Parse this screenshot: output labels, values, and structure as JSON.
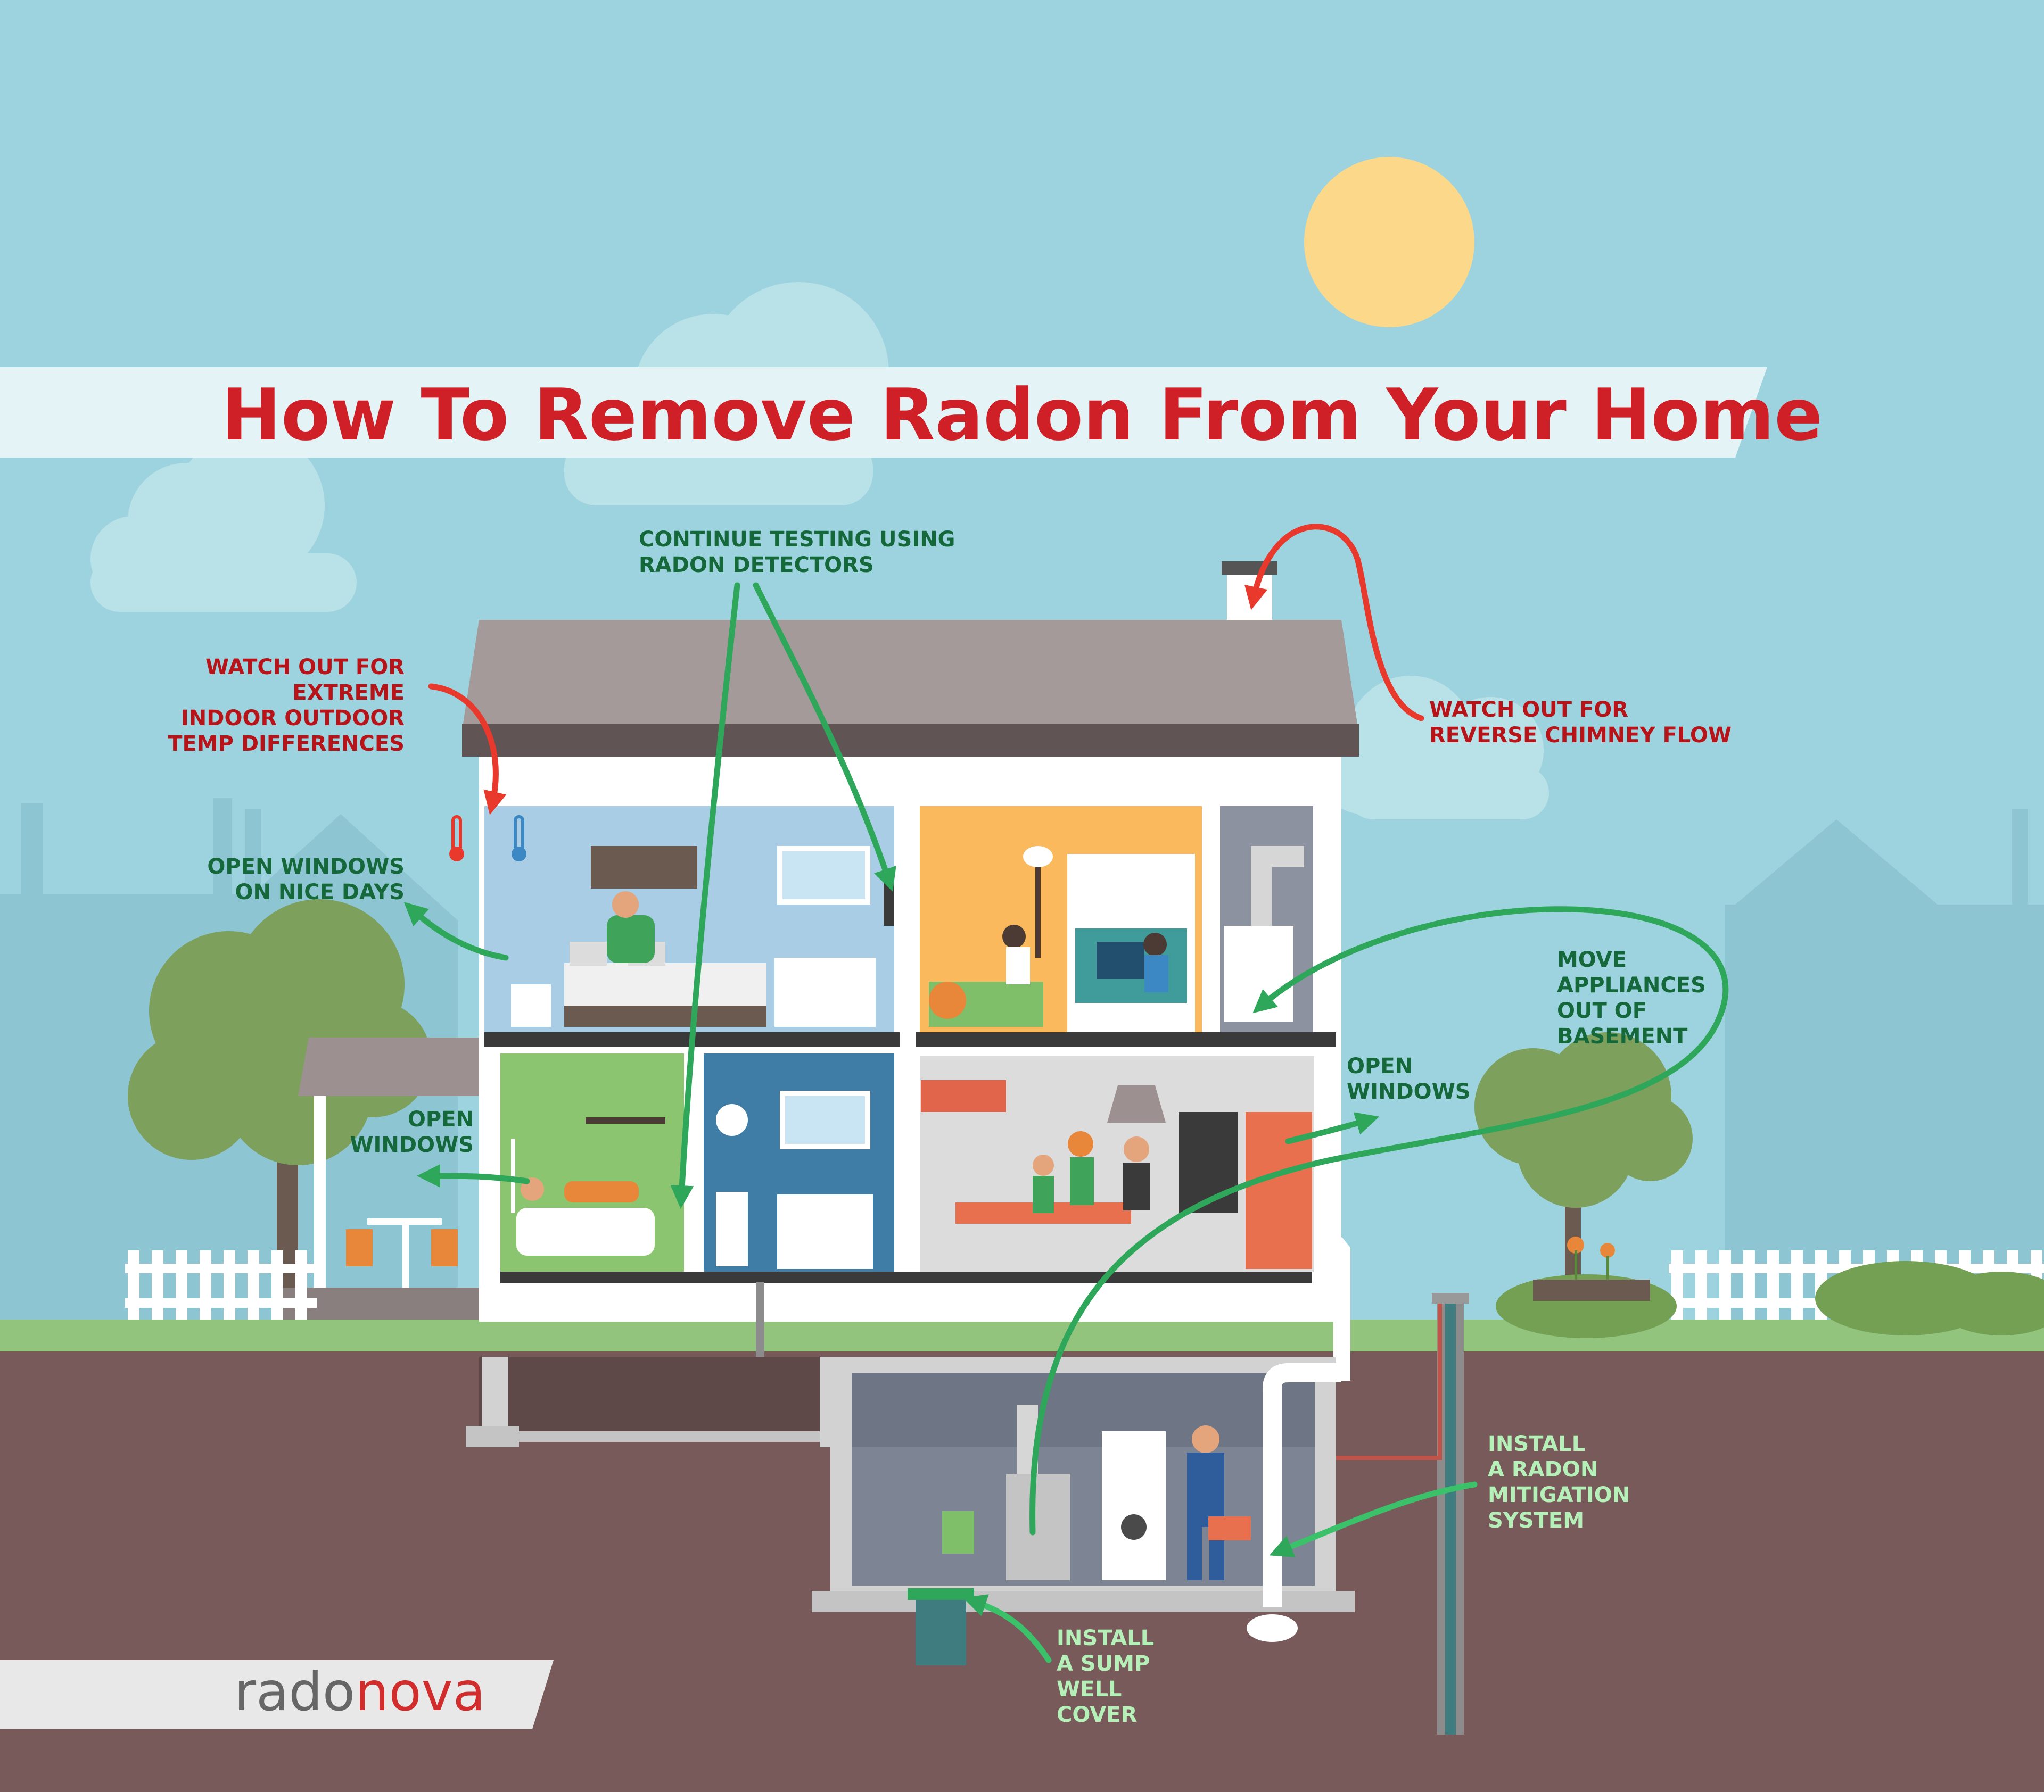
{
  "title": "How To Remove Radon From Your Home",
  "labels": {
    "continue_testing": [
      "CONTINUE TESTING USING",
      "RADON DETECTORS"
    ],
    "watch_temp": [
      "WATCH OUT FOR",
      "EXTREME",
      "INDOOR OUTDOOR",
      "TEMP DIFFERENCES"
    ],
    "watch_chimney": [
      "WATCH OUT FOR",
      "REVERSE CHIMNEY FLOW"
    ],
    "open_windows_nice": [
      "OPEN WINDOWS",
      "ON NICE DAYS"
    ],
    "open_windows_left": [
      "OPEN",
      "WINDOWS"
    ],
    "open_windows_right": [
      "OPEN",
      "WINDOWS"
    ],
    "move_appliances": [
      "MOVE",
      "APPLIANCES",
      "OUT OF",
      "BASEMENT"
    ],
    "install_mitigation": [
      "INSTALL",
      "A RADON",
      "MITIGATION",
      "SYSTEM"
    ],
    "install_sump": [
      "INSTALL",
      "A SUMP",
      "WELL",
      "COVER"
    ]
  },
  "logo": {
    "part1": "rado",
    "part2": "nova"
  },
  "colors": {
    "sky": "#9dd3de",
    "ground": "#775a59",
    "grass": "#93c47d",
    "title_red": "#cf2027",
    "arrow_green": "#2ea75a",
    "arrow_red": "#e8392c",
    "sun": "#fcd98a"
  }
}
